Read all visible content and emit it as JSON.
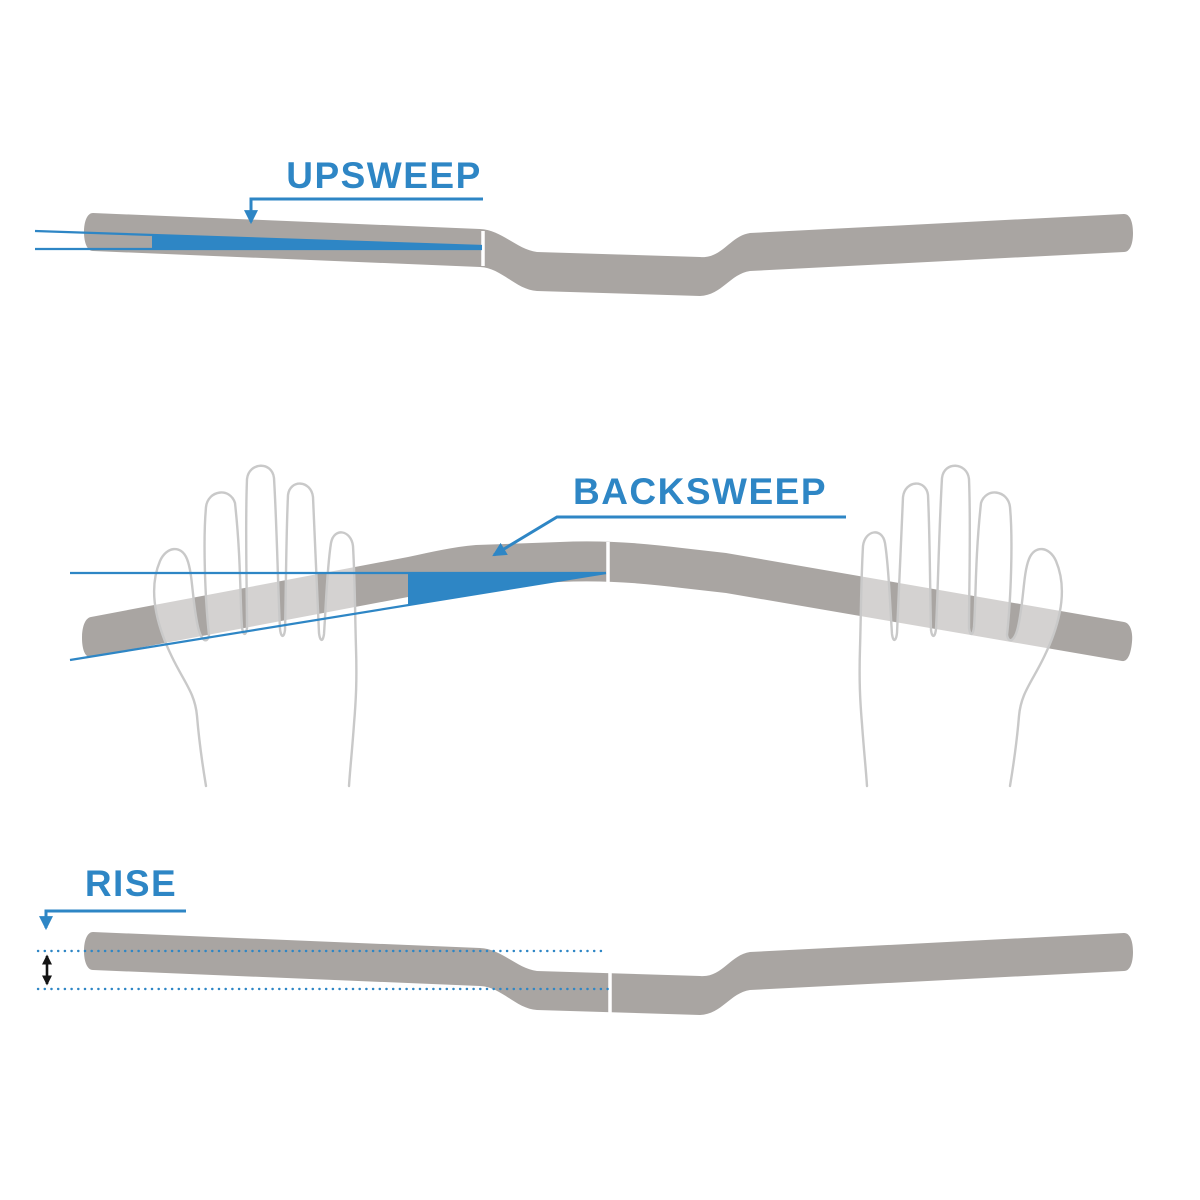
{
  "colors": {
    "accent_blue": "#2e86c5",
    "bar_gray": "#a9a5a2",
    "hand_gray": "#c9c9c9",
    "measure_black": "#141414",
    "divider_white": "#ffffff",
    "background": "#ffffff"
  },
  "diagrams": {
    "upsweep": {
      "label": "UPSWEEP"
    },
    "backsweep": {
      "label": "BACKSWEEP"
    },
    "rise": {
      "label": "RISE"
    }
  }
}
